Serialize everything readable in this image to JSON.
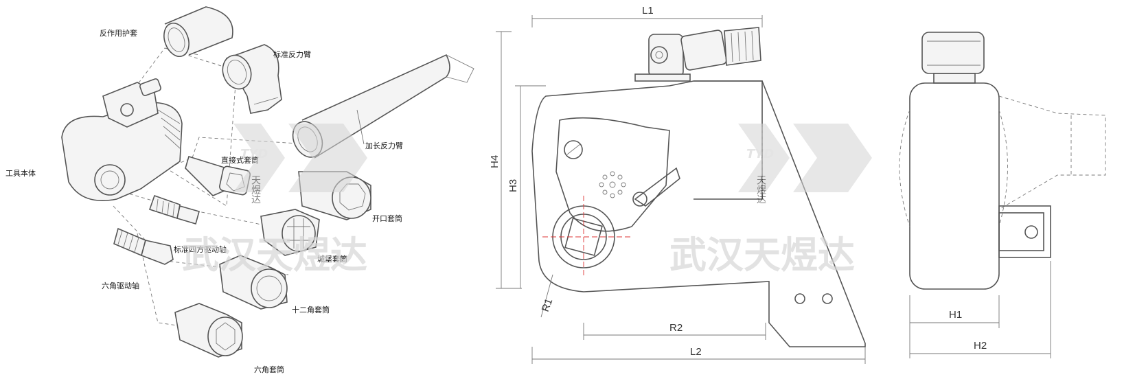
{
  "exploded_view": {
    "labels": {
      "reaction_sleeve": "反作用护套",
      "standard_reaction_arm": "标准反力臂",
      "extended_reaction_arm": "加长反力臂",
      "tool_body": "工具本体",
      "direct_socket": "直接式套筒",
      "open_socket": "开口套筒",
      "square_drive_shaft": "标准四方驱动轴",
      "castle_socket": "城堡套筒",
      "hex_drive_shaft": "六角驱动轴",
      "twelve_point_socket": "十二角套筒",
      "hex_socket": "六角套筒"
    }
  },
  "dimensions": {
    "L1": "L1",
    "L2": "L2",
    "R1": "R1",
    "R2": "R2",
    "H1": "H1",
    "H2": "H2",
    "H3": "H3",
    "H4": "H4"
  },
  "watermark": {
    "text_cn": "武汉天煜达",
    "logo_en": "TYD",
    "logo_cn": "天煜达"
  }
}
